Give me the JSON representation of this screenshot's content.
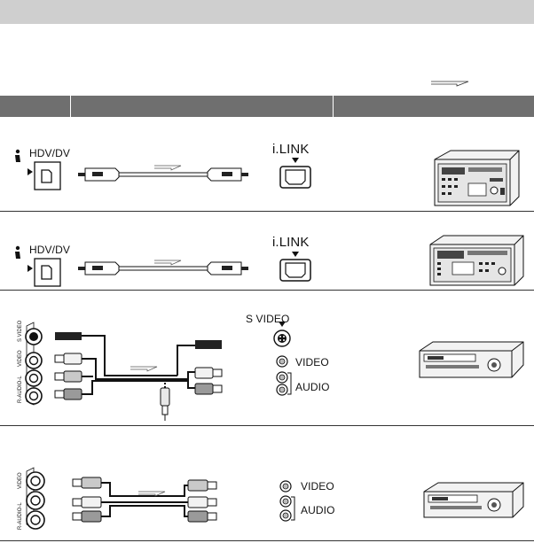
{
  "ports": {
    "hdv_dv": "HDV/DV",
    "ilink": "i.LINK",
    "s_video": "S VIDEO",
    "video": "VIDEO",
    "audio": "AUDIO",
    "jack_s_video": "S VIDEO",
    "jack_video": "VIDEO",
    "jack_audio": "R-AUDIO-L"
  },
  "colors": {
    "title_bar": "#cfcfcf",
    "table_header": "#6f6f6f",
    "rca_white_plug": "#f2f2f2",
    "rca_red_plug": "#9a9a9a",
    "rca_yellow_plug": "#c9c9c9"
  },
  "icons": {
    "ilink_mark": "ilink-i-logo",
    "signal_direction": "hollow-right-arrow",
    "device_vcr": "vcr-deck",
    "device_hdv_deck": "hdv-deck"
  }
}
